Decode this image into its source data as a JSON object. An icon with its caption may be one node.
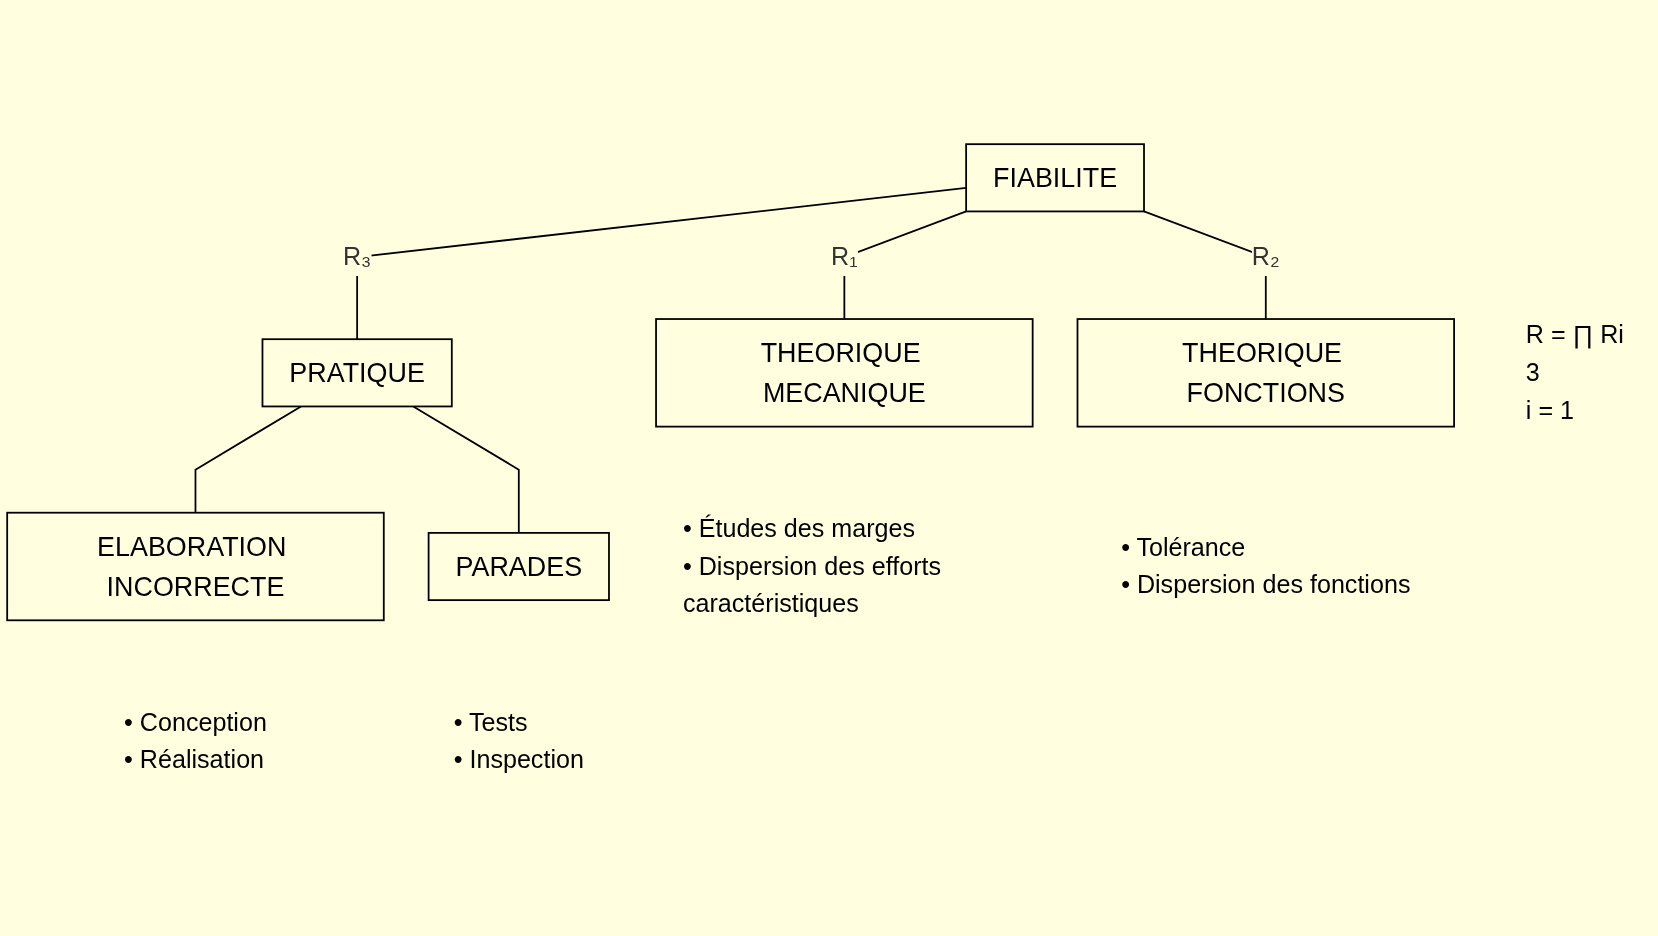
{
  "diagram": {
    "nodes": [
      {
        "text": [
          "FIABILITE"
        ],
        "beside": [
          "R = ∏ Ri",
          "3",
          "i = 1"
        ]
      },
      {
        "text": [
          "THEORIQUE MECANIQUE"
        ],
        "beside": [
          "• Études des marges",
          "• Dispersion des efforts caractéristiques"
        ]
      },
      {
        "text": [
          "THEORIQUE FONCTIONS"
        ],
        "beside": [
          "• Tolérance",
          "• Dispersion des fonctions"
        ]
      },
      {
        "text": [
          "PRATIQUE"
        ]
      },
      {
        "text": [
          "ELABORATION INCORRECTE"
        ],
        "beside": [
          "• Conception",
          "• Réalisation"
        ]
      },
      {
        "text": [
          "PARADES"
        ],
        "beside": [
          "• Tests",
          "• Inspection"
        ]
      }
    ],
    "edges": [
      {
        "from": 0,
        "to": 1,
        "arrow": "none",
        "label": "R₁"
      },
      {
        "from": 0,
        "to": 2,
        "arrow": "none",
        "label": "R₂"
      },
      {
        "from": 0,
        "to": 3,
        "arrow": "none",
        "label": "R₃"
      },
      {
        "from": 3,
        "to": 4,
        "arrow": "none"
      },
      {
        "from": 3,
        "to": 5,
        "arrow": "none"
      }
    ]
  }
}
